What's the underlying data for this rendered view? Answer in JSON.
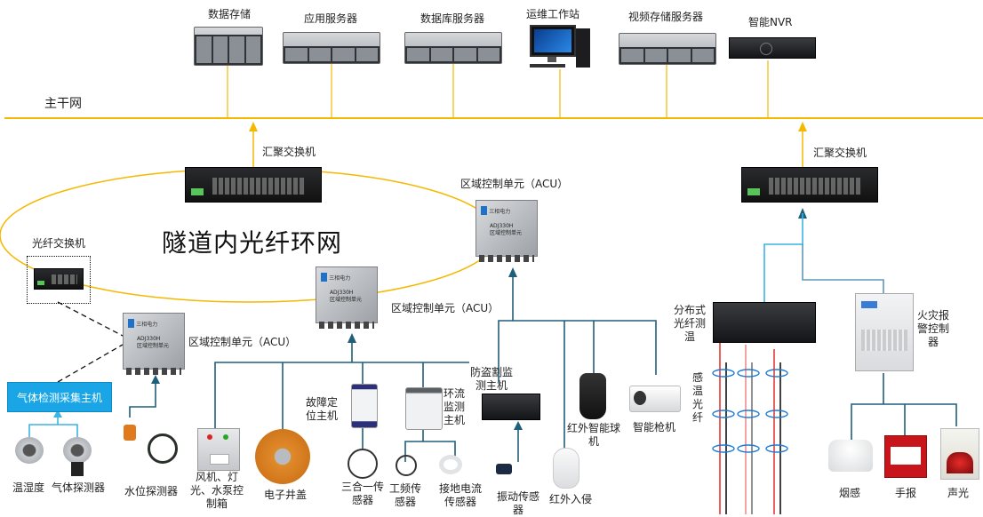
{
  "diagram": {
    "backbone": {
      "label": "主干网",
      "color": "#F5B800"
    },
    "top_devices": [
      {
        "id": "data-storage",
        "label": "数据存储",
        "icon": "storage-array-icon"
      },
      {
        "id": "app-server",
        "label": "应用服务器",
        "icon": "rack-server-icon"
      },
      {
        "id": "db-server",
        "label": "数据库服务器",
        "icon": "rack-server-icon"
      },
      {
        "id": "ops-workstation",
        "label": "运维工作站",
        "icon": "desktop-pc-icon"
      },
      {
        "id": "video-storage-server",
        "label": "视频存储服务器",
        "icon": "rack-server-icon"
      },
      {
        "id": "smart-nvr",
        "label": "智能NVR",
        "icon": "nvr-icon"
      }
    ],
    "aggregation_switches": [
      {
        "id": "agg-switch-left",
        "label": "汇聚交换机"
      },
      {
        "id": "agg-switch-right",
        "label": "汇聚交换机"
      }
    ],
    "ring": {
      "title": "隧道内光纤环网",
      "color": "#F5B800"
    },
    "fiber_switch": {
      "label": "光纤交换机"
    },
    "acu_units": [
      {
        "id": "acu-1",
        "label": "区域控制单元（ACU）",
        "brand": "三相电力",
        "model": "ADJ330H",
        "model_sub": "区域控制单元"
      },
      {
        "id": "acu-2",
        "label": "区域控制单元（ACU）",
        "brand": "三相电力",
        "model": "ADJ330H",
        "model_sub": "区域控制单元"
      },
      {
        "id": "acu-3",
        "label": "区域控制单元（ACU）",
        "brand": "三相电力",
        "model": "ADJ330H",
        "model_sub": "区域控制单元"
      }
    ],
    "gas_host": {
      "label": "气体检测采集主机",
      "color": "#1AA6E6"
    },
    "gas_sensors": [
      {
        "label": "温湿度"
      },
      {
        "label": "气体探测器"
      }
    ],
    "acu1_devices": [
      {
        "label": "水位探测器"
      }
    ],
    "acu2_devices": [
      {
        "label": "风机、灯光、水泵控制箱"
      },
      {
        "label": "电子井盖"
      },
      {
        "label": "故障定位主机"
      },
      {
        "label": "环流监测主机"
      }
    ],
    "fault_sensors": [
      {
        "label": "三合一传感器"
      }
    ],
    "circulation_sensors": [
      {
        "label": "工频传感器"
      },
      {
        "label": "接地电流传感器"
      }
    ],
    "acu3_devices": [
      {
        "label": "防盗割监测主机"
      },
      {
        "label": "红外入侵"
      },
      {
        "label": "红外智能球机"
      },
      {
        "label": "智能枪机"
      }
    ],
    "antitheft_sensors": [
      {
        "label": "振动传感器"
      }
    ],
    "dts": {
      "label": "分布式光纤测温",
      "fiber_label": "感温光纤"
    },
    "fire_controller": {
      "label": "火灾报警控制器"
    },
    "fire_devices": [
      {
        "label": "烟感"
      },
      {
        "label": "手报"
      },
      {
        "label": "声光"
      }
    ],
    "colors": {
      "link": "#1F5F7A",
      "uplink_cyan": "#3BB4E6",
      "fiber_red": "#E53935",
      "fiber_black": "#111111",
      "fiber_ring": "#1E7BD6"
    }
  }
}
